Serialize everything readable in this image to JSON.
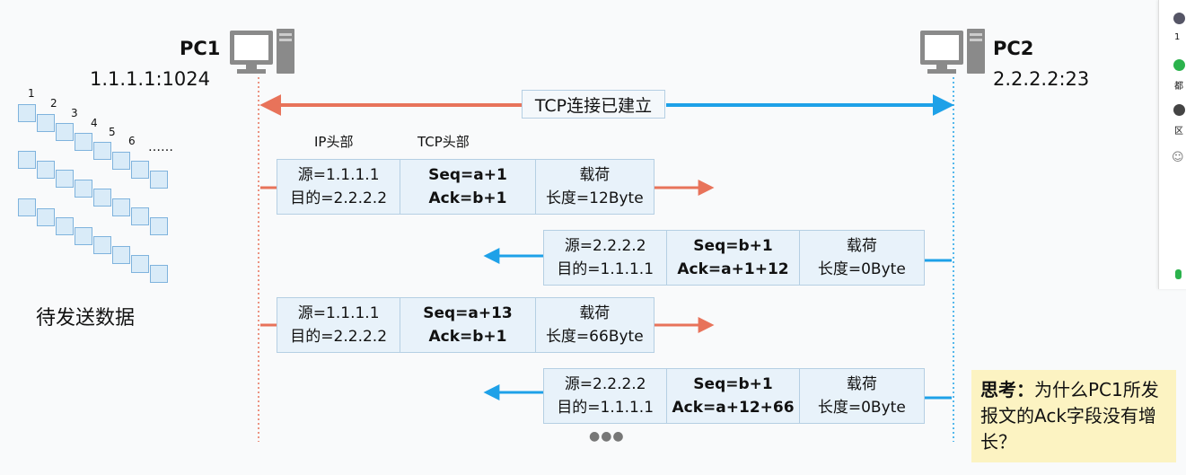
{
  "pc1": {
    "name": "PC1",
    "address": "1.1.1.1:1024"
  },
  "pc2": {
    "name": "PC2",
    "address": "2.2.2.2:23"
  },
  "connection_label": "TCP连接已建立",
  "header_labels": {
    "ip": "IP头部",
    "tcp": "TCP头部"
  },
  "queue": {
    "numbers": [
      "1",
      "2",
      "3",
      "4",
      "5",
      "6"
    ],
    "ellipsis": "……",
    "label": "待发送数据"
  },
  "segments": [
    {
      "direction": "pc1-to-pc2",
      "src": "源=1.1.1.1",
      "dst": "目的=2.2.2.2",
      "seq": "Seq=a+1",
      "ack": "Ack=b+1",
      "payload_title": "载荷",
      "payload_len": "长度=12Byte"
    },
    {
      "direction": "pc2-to-pc1",
      "src": "源=2.2.2.2",
      "dst": "目的=1.1.1.1",
      "seq": "Seq=b+1",
      "ack": "Ack=a+1+12",
      "payload_title": "载荷",
      "payload_len": "长度=0Byte"
    },
    {
      "direction": "pc1-to-pc2",
      "src": "源=1.1.1.1",
      "dst": "目的=2.2.2.2",
      "seq": "Seq=a+13",
      "ack": "Ack=b+1",
      "payload_title": "载荷",
      "payload_len": "长度=66Byte"
    },
    {
      "direction": "pc2-to-pc1",
      "src": "源=2.2.2.2",
      "dst": "目的=1.1.1.1",
      "seq": "Seq=b+1",
      "ack": "Ack=a+12+66",
      "payload_title": "载荷",
      "payload_len": "长度=0Byte"
    }
  ],
  "more": "●●●",
  "think": {
    "title": "思考：",
    "text": "为什么PC1所发报文的Ack字段没有增长？"
  },
  "sidebar": {
    "items": [
      "1",
      "都",
      "区"
    ]
  },
  "colors": {
    "pc1_line": "#e8735a",
    "pc2_line": "#1ea1e8",
    "segment_fill": "#e8f2fa",
    "think_fill": "#fcf3c2"
  }
}
